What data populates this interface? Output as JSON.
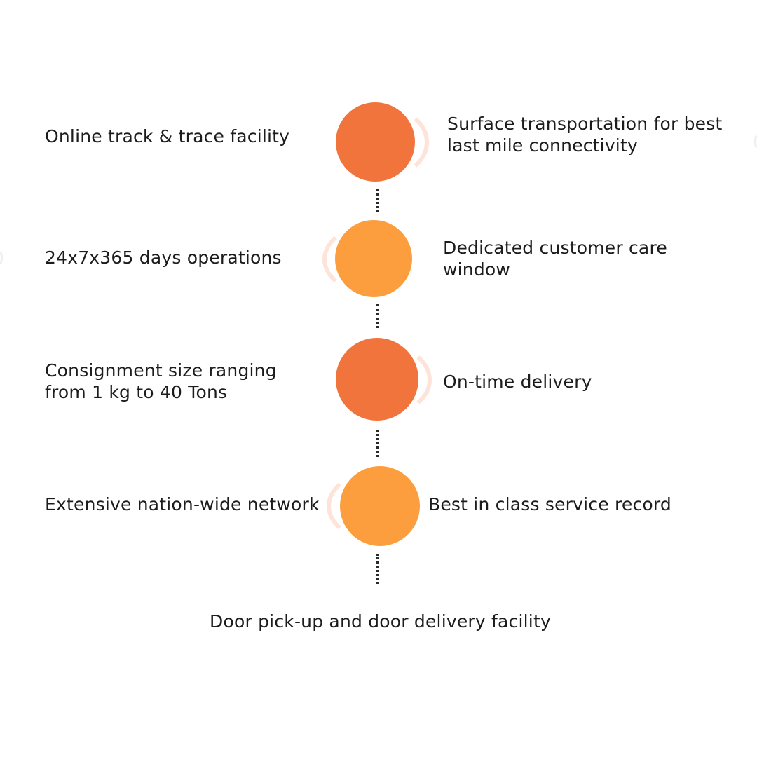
{
  "colors": {
    "dark_orange": "#f2743d",
    "light_orange": "#fd9e3e",
    "arc_tint": "#fde3d8"
  },
  "features": {
    "left": [
      {
        "lines": [
          "Online track & trace facility"
        ]
      },
      {
        "lines": [
          "24x7x365 days operations"
        ]
      },
      {
        "lines": [
          "Consignment size ranging",
          "from 1 kg to 40 Tons"
        ]
      },
      {
        "lines": [
          "Extensive nation-wide network"
        ]
      }
    ],
    "right": [
      {
        "lines": [
          "Surface transportation for best",
          "last mile connectivity"
        ]
      },
      {
        "lines": [
          "Dedicated customer care",
          "window"
        ]
      },
      {
        "lines": [
          "On-time delivery"
        ]
      },
      {
        "lines": [
          "Best in class service record"
        ]
      }
    ],
    "bottom": "Door pick-up and door delivery facility"
  }
}
